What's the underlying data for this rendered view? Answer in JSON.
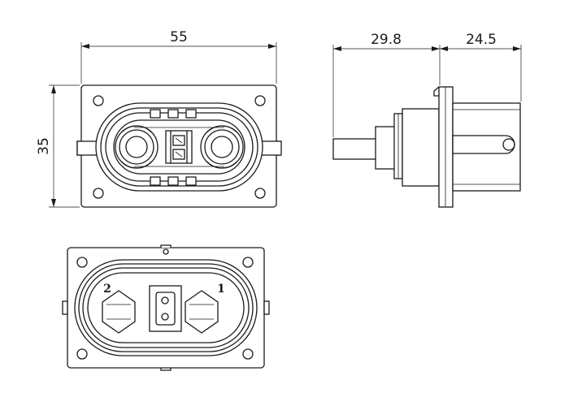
{
  "dimensions": {
    "front_width": "55",
    "front_height": "35",
    "side_rear_length": "29.8",
    "side_front_length": "24.5"
  },
  "pin_labels": {
    "left": "2",
    "right": "1"
  }
}
